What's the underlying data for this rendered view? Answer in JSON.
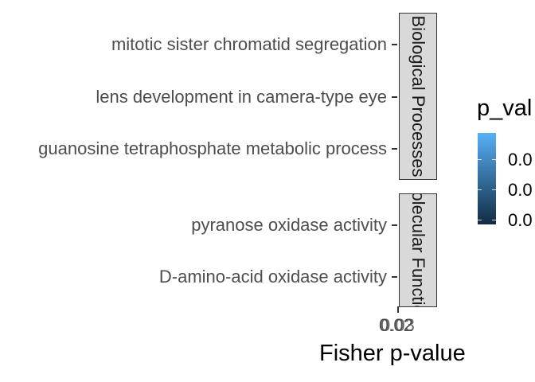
{
  "chart_data": {
    "type": "bar",
    "orientation": "horizontal",
    "facets": [
      {
        "label": "Biological Processes",
        "categories": [
          "mitotic sister chromatid segregation",
          "lens development in camera-type eye",
          "guanosine tetraphosphate metabolic process"
        ]
      },
      {
        "label": "Molecular Function",
        "categories": [
          "pyranose oxidase activity",
          "D-amino-acid oxidase activity"
        ]
      }
    ],
    "visible_facet_text": [
      "iological Processe",
      "ecular Functi"
    ],
    "xlabel": "Fisher p-value",
    "ylabel": "",
    "x_tick_labels": [
      "0.02",
      "0.03"
    ],
    "legend": {
      "title": "p_val",
      "type": "colorbar",
      "labels": [
        "0.0",
        "0.0",
        "0.0"
      ],
      "color_low": "#132B43",
      "color_high": "#56B1F7",
      "placement": "right"
    },
    "grid": false
  }
}
